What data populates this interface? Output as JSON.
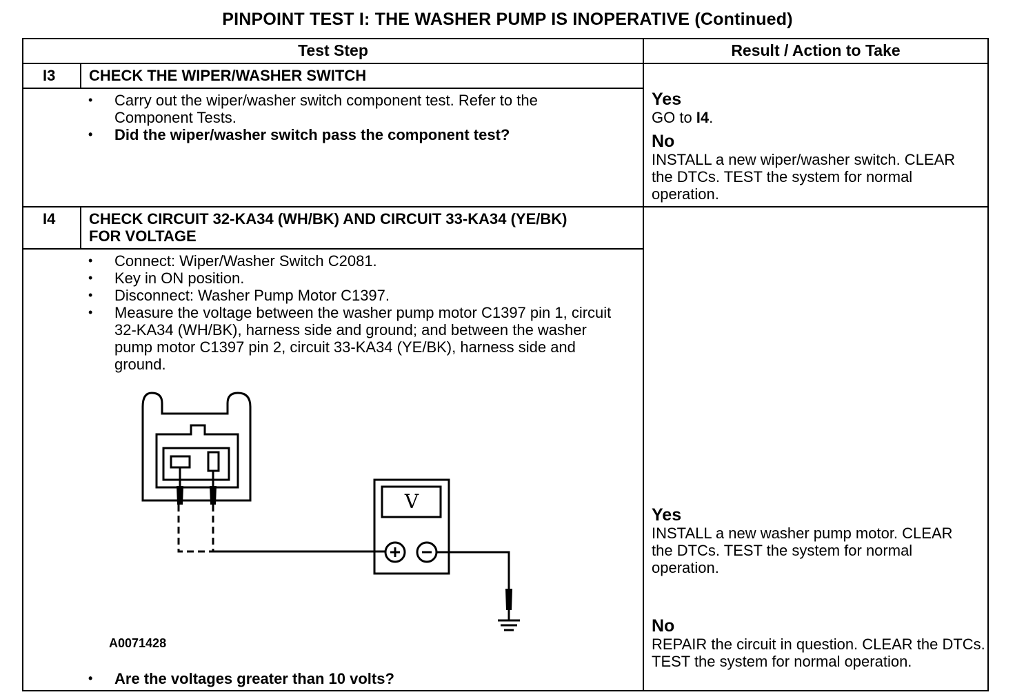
{
  "title": "PINPOINT TEST  I: THE WASHER PUMP IS INOPERATIVE (Continued)",
  "table": {
    "headers": {
      "test_step": "Test Step",
      "result": "Result / Action to Take"
    },
    "steps": [
      {
        "id": "I3",
        "title": "CHECK THE WIPER/WASHER SWITCH",
        "bullets": [
          "Carry out the wiper/washer switch component test. Refer to the Component Tests.",
          "Did the wiper/washer switch pass the component test?"
        ],
        "yes_label": "Yes",
        "yes_text_pre": "GO to ",
        "yes_text_ref": "I4",
        "yes_text_post": ".",
        "no_label": "No",
        "no_text": "INSTALL a new wiper/washer switch. CLEAR the DTCs. TEST the system for normal operation."
      },
      {
        "id": "I4",
        "title": "CHECK CIRCUIT 32-KA34 (WH/BK) AND CIRCUIT 33-KA34 (YE/BK) FOR VOLTAGE",
        "bullets": [
          "Connect: Wiper/Washer Switch C2081.",
          "Key in ON position.",
          "Disconnect: Washer Pump Motor C1397.",
          "Measure the voltage between the washer pump motor C1397 pin 1, circuit 32-KA34 (WH/BK), harness side and ground; and between the washer pump motor C1397 pin 2, circuit 33-KA34 (YE/BK), harness side and ground."
        ],
        "figure_id": "A0071428",
        "meter_symbol": "V",
        "question": "Are the voltages greater than 10 volts?",
        "yes_label": "Yes",
        "yes_text": "INSTALL a new washer pump motor. CLEAR the DTCs. TEST the system for normal operation.",
        "no_label": "No",
        "no_text": "REPAIR the circuit in question. CLEAR the DTCs. TEST the system for normal operation."
      }
    ]
  }
}
